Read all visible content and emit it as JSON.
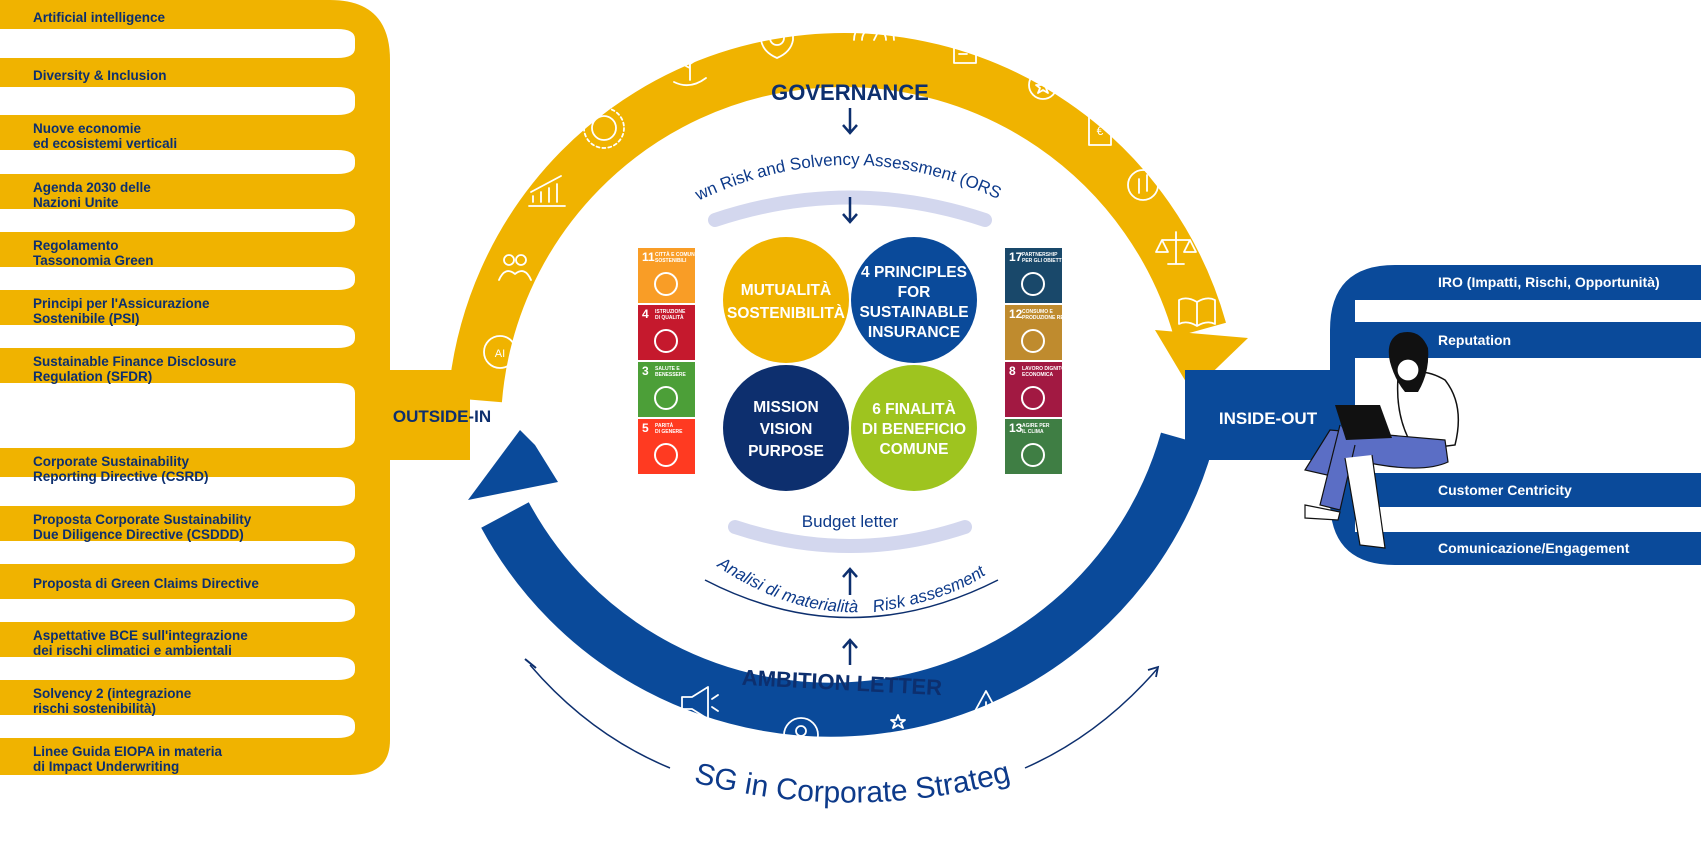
{
  "left_items": [
    {
      "line1": "Artificial intelligence",
      "line2": ""
    },
    {
      "line1": "Diversity & Inclusion",
      "line2": ""
    },
    {
      "line1": "Nuove economie",
      "line2": "ed ecosistemi verticali"
    },
    {
      "line1": "Agenda 2030 delle",
      "line2": "Nazioni Unite"
    },
    {
      "line1": "Regolamento",
      "line2": "Tassonomia Green"
    },
    {
      "line1": "Principi per l'Assicurazione",
      "line2": "Sostenibile (PSI)"
    },
    {
      "line1": "Sustainable Finance Disclosure",
      "line2": "Regulation (SFDR)"
    },
    {
      "line1": "Corporate Sustainability",
      "line2": "Reporting Directive (CSRD)"
    },
    {
      "line1": "Proposta Corporate Sustainability",
      "line2": "Due Diligence Directive (CSDDD)"
    },
    {
      "line1": "Proposta di Green Claims Directive",
      "line2": ""
    },
    {
      "line1": "Aspettative BCE sull'integrazione",
      "line2": "dei rischi climatici e ambientali"
    },
    {
      "line1": "Solvency 2 (integrazione",
      "line2": "rischi sostenibilità)"
    },
    {
      "line1": "Linee Guida EIOPA in materia",
      "line2": "di Impact Underwriting"
    }
  ],
  "right_items": [
    "IRO (Impatti, Rischi, Opportunità)",
    "Reputation",
    "Customer Centricity",
    "Comunicazione/Engagement"
  ],
  "outside_in": "OUTSIDE-IN",
  "inside_out": "INSIDE-OUT",
  "governance": "GOVERNANCE",
  "orsa": "Own Risk and Solvency Assessment (ORSA)",
  "budget_letter": "Budget letter",
  "materiality": "Analisi di materialità",
  "risk": "Risk assesment",
  "ambition_letter": "AMBITION LETTER",
  "esg": "ESG in Corporate Strategy",
  "circles": {
    "c1": [
      "MUTUALITÀ",
      "SOSTENIBILITÀ"
    ],
    "c2": [
      "4 PRINCIPLES",
      "FOR",
      "SUSTAINABLE",
      "INSURANCE"
    ],
    "c3": [
      "MISSION",
      "VISION",
      "PURPOSE"
    ],
    "c4": [
      "6 FINALITÀ",
      "DI BENEFICIO",
      "COMUNE"
    ]
  },
  "sdg_left": [
    {
      "num": "11",
      "t1": "CITTÀ E COMUNITÀ",
      "t2": "SOSTENIBILI",
      "color": "#f99d26"
    },
    {
      "num": "4",
      "t1": "ISTRUZIONE",
      "t2": "DI QUALITÀ",
      "color": "#c5192d"
    },
    {
      "num": "3",
      "t1": "SALUTE E",
      "t2": "BENESSERE",
      "color": "#4c9f38"
    },
    {
      "num": "5",
      "t1": "PARITÀ",
      "t2": "DI GENERE",
      "color": "#ff3a21"
    }
  ],
  "sdg_right": [
    {
      "num": "17",
      "t1": "PARTNERSHIP",
      "t2": "PER GLI OBIETTIVI",
      "color": "#19486a"
    },
    {
      "num": "12",
      "t1": "CONSUMO E",
      "t2": "PRODUZIONE RESPONSABILI",
      "color": "#bf8b2e"
    },
    {
      "num": "8",
      "t1": "LAVORO DIGNITOSO E CRESCITA",
      "t2": "ECONOMICA",
      "color": "#a21942"
    },
    {
      "num": "13",
      "t1": "AGIRE PER",
      "t2": "IL CLIMA",
      "color": "#3f7e44"
    }
  ],
  "colors": {
    "yellow": "#f0b300",
    "blue": "#0a4a9a",
    "navy": "#0d2f6e",
    "green": "#9ec41f",
    "lavender": "#d3d7ee"
  }
}
